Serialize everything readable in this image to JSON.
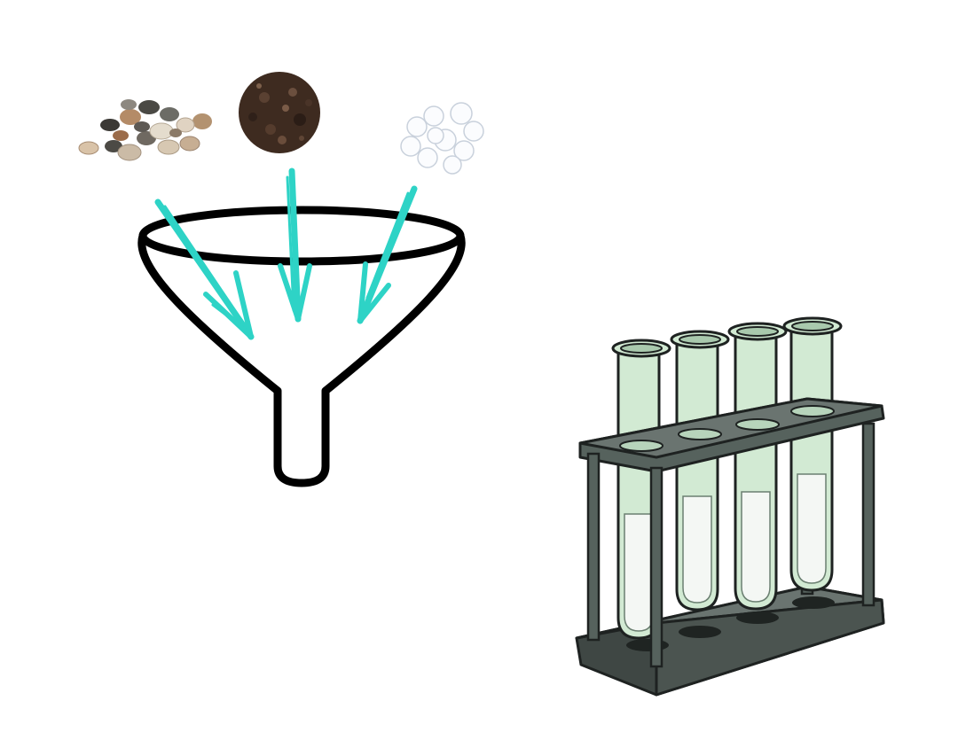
{
  "scene": {
    "background": "#ffffff",
    "materials": [
      {
        "name": "pebbles",
        "icon": "pebbles-icon"
      },
      {
        "name": "soil",
        "icon": "soil-icon"
      },
      {
        "name": "cotton",
        "icon": "cotton-balls-icon"
      }
    ],
    "funnel": {
      "icon": "funnel-icon",
      "stroke": "#000000"
    },
    "arrows": {
      "icon": "arrow-icon",
      "count": 3,
      "color": "#2ed3c6"
    },
    "test_tube_rack": {
      "icon": "test-tube-rack-icon",
      "tube_count": 4,
      "rack_color": "#56625d",
      "tube_color": "#d2ead3",
      "liquid_color": "#f4f7f4"
    }
  }
}
